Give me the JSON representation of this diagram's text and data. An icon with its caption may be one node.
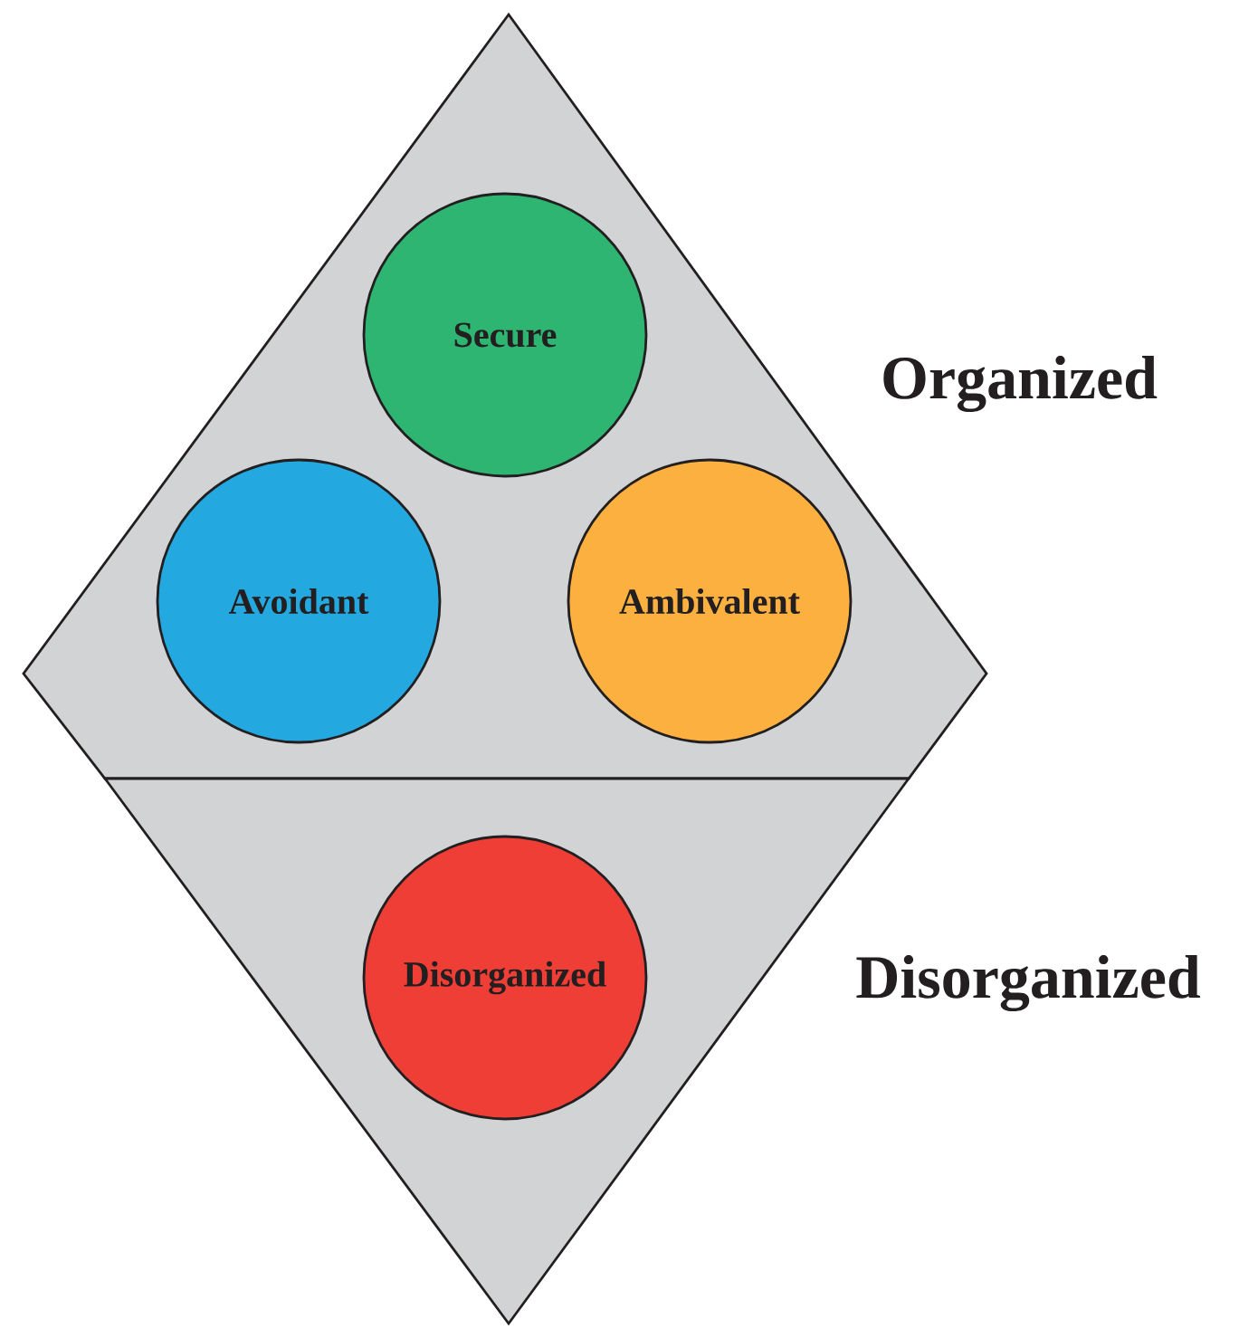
{
  "diagram": {
    "nodes": [
      {
        "text": [
          "Organized"
        ]
      },
      {
        "text": [
          "Secure"
        ],
        "in": 0
      },
      {
        "text": [
          "Avoidant"
        ],
        "in": 0
      },
      {
        "text": [
          "Ambivalent"
        ],
        "in": 0
      },
      {
        "text": [
          "Disorganized"
        ]
      },
      {
        "text": [
          "Disorganized"
        ],
        "in": 4
      }
    ]
  }
}
